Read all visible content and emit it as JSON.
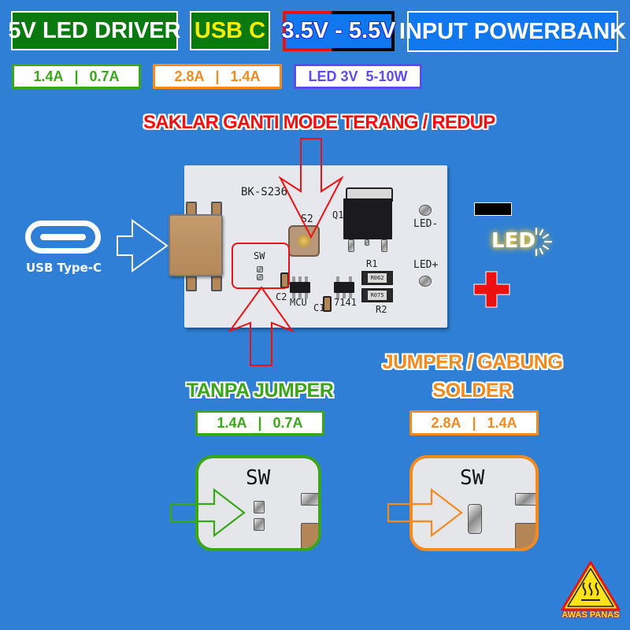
{
  "header": {
    "title_badge": "5V LED DRIVER",
    "usb_badge": "USB C",
    "voltage_badge": "3.5V - 5.5V",
    "input_badge": "INPUT POWERBANK"
  },
  "specs": {
    "current_default": {
      "high": "1.4A",
      "low": "0.7A",
      "separator": "|"
    },
    "current_jumper": {
      "high": "2.8A",
      "low": "1.4A",
      "separator": "|"
    },
    "led_spec": "LED 3V  5-10W"
  },
  "annotations": {
    "switch_label": "SAKLAR GANTI MODE TERANG / REDUP",
    "usb_label": "USB Type-C",
    "led_label": "LED",
    "minus_symbol": "",
    "plus_symbol": ""
  },
  "pcb": {
    "model": "BK-S236",
    "switch_ref": "S2",
    "transistor_ref": "Q1",
    "sw_label": "SW",
    "led_minus": "LED-",
    "led_plus": "LED+",
    "r1_ref": "R1",
    "r2_ref": "R2",
    "r1_value": "R062",
    "r2_value": "R075",
    "c1_ref": "C1",
    "c2_ref": "C2",
    "mcu_ref": "MCU",
    "ic_ref": "7141"
  },
  "modes": {
    "no_jumper": {
      "title": "TANPA JUMPER",
      "high": "1.4A",
      "low": "0.7A",
      "separator": "|",
      "sw_label": "SW"
    },
    "jumper": {
      "title_line1": "JUMPER / GABUNG",
      "title_line2": "SOLDER",
      "high": "2.8A",
      "low": "1.4A",
      "separator": "|",
      "sw_label": "SW"
    }
  },
  "warning": {
    "label": "AWAS PANAS"
  },
  "colors": {
    "background": "#2f7fd6",
    "green": "#3aa61a",
    "orange": "#f38a1e",
    "red": "#ee1111",
    "purple": "#5a4cf0"
  }
}
